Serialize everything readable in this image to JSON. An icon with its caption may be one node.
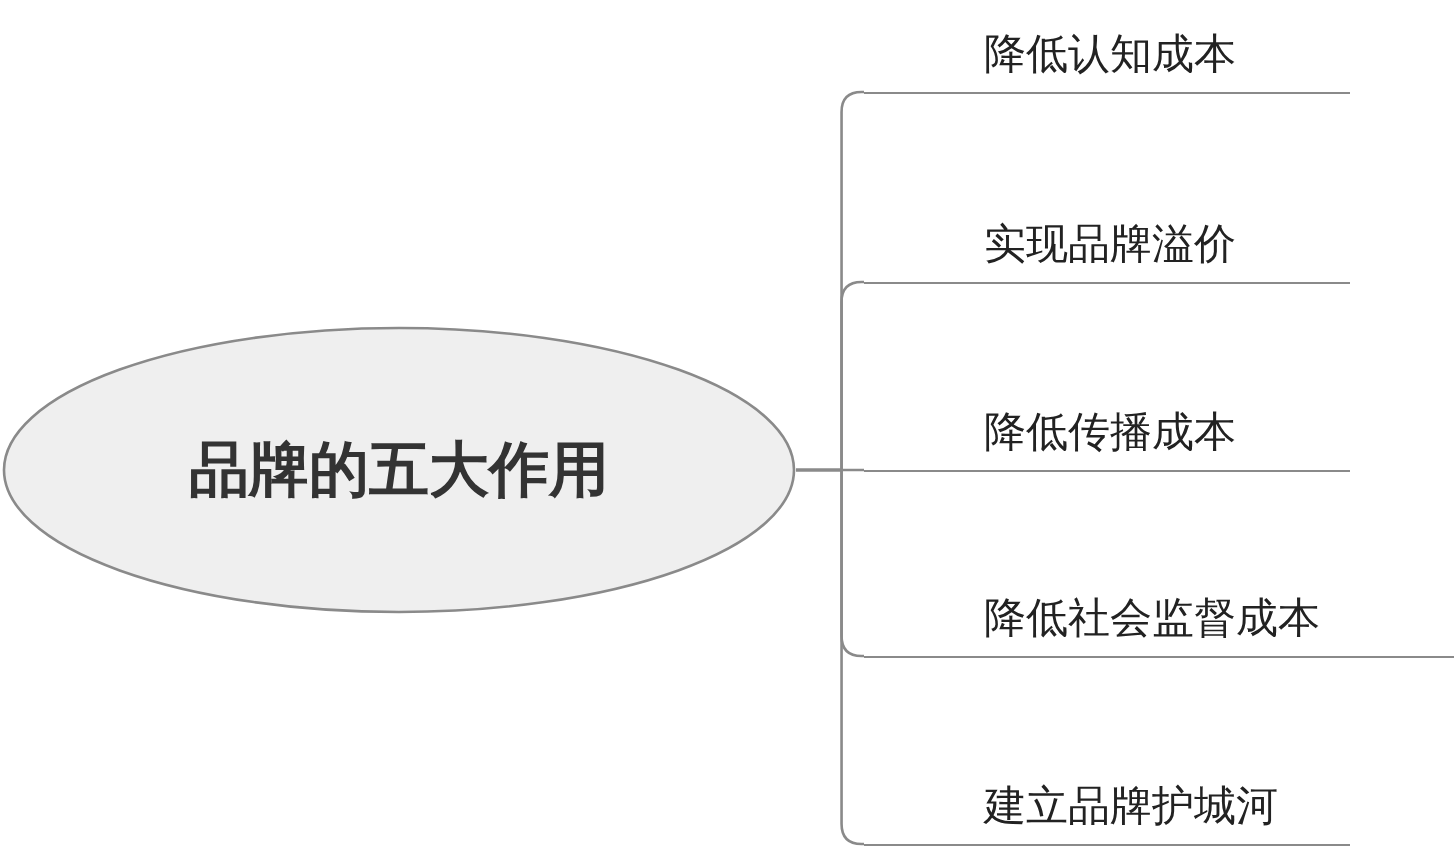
{
  "diagram": {
    "nodes": [
      {
        "text": [
          "品牌的五大作用"
        ]
      },
      {
        "text": [
          "降低认知成本"
        ]
      },
      {
        "text": [
          "实现品牌溢价"
        ]
      },
      {
        "text": [
          "降低传播成本"
        ]
      },
      {
        "text": [
          "降低社会监督成本"
        ]
      },
      {
        "text": [
          "建立品牌护城河"
        ]
      }
    ],
    "edges": [
      {
        "from": 0,
        "to": 1,
        "arrow": "none"
      },
      {
        "from": 0,
        "to": 2,
        "arrow": "none"
      },
      {
        "from": 0,
        "to": 3,
        "arrow": "none"
      },
      {
        "from": 0,
        "to": 4,
        "arrow": "none"
      },
      {
        "from": 0,
        "to": 5,
        "arrow": "none"
      }
    ]
  }
}
